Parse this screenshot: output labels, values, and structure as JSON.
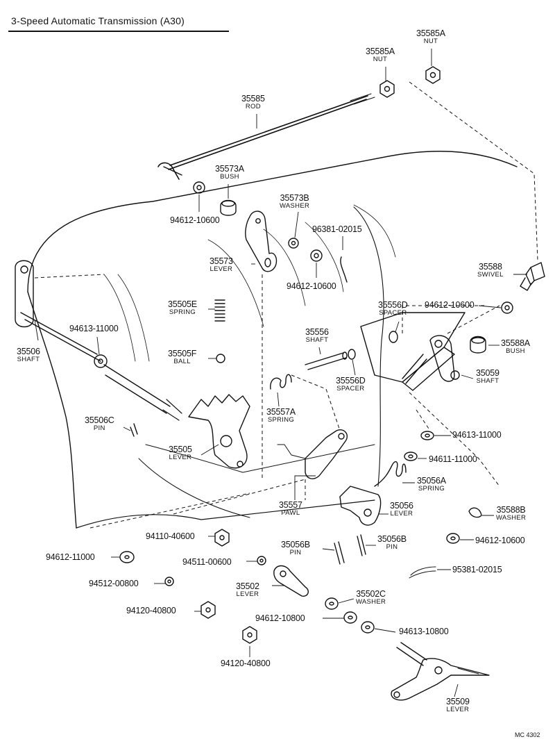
{
  "header": {
    "title": "3-Speed Automatic Transmission (A30)"
  },
  "footer": {
    "code": "MC 4302"
  },
  "parts": [
    {
      "num": "35585A",
      "name": "NUT"
    },
    {
      "num": "35585A",
      "name": "NUT"
    },
    {
      "num": "35585",
      "name": "ROD"
    },
    {
      "num": "35573A",
      "name": "BUSH"
    },
    {
      "num": "94612-10600",
      "name": ""
    },
    {
      "num": "35573B",
      "name": "WASHER"
    },
    {
      "num": "96381-02015",
      "name": ""
    },
    {
      "num": "35573",
      "name": "LEVER"
    },
    {
      "num": "94612-10600",
      "name": ""
    },
    {
      "num": "35588",
      "name": "SWIVEL"
    },
    {
      "num": "35505E",
      "name": "SPRING"
    },
    {
      "num": "35556D",
      "name": "SPACER"
    },
    {
      "num": "94612-10600",
      "name": ""
    },
    {
      "num": "94613-11000",
      "name": ""
    },
    {
      "num": "35556",
      "name": "SHAFT"
    },
    {
      "num": "35588A",
      "name": "BUSH"
    },
    {
      "num": "35506",
      "name": "SHAFT"
    },
    {
      "num": "35505F",
      "name": "BALL"
    },
    {
      "num": "35556D",
      "name": "SPACER"
    },
    {
      "num": "35059",
      "name": "SHAFT"
    },
    {
      "num": "35557A",
      "name": "SPRING"
    },
    {
      "num": "35506C",
      "name": "PIN"
    },
    {
      "num": "94613-11000",
      "name": ""
    },
    {
      "num": "35505",
      "name": "LEVER"
    },
    {
      "num": "94611-11000",
      "name": ""
    },
    {
      "num": "35056A",
      "name": "SPRING"
    },
    {
      "num": "35557",
      "name": "PAWL"
    },
    {
      "num": "35056",
      "name": "LEVER"
    },
    {
      "num": "35588B",
      "name": "WASHER"
    },
    {
      "num": "94110-40600",
      "name": ""
    },
    {
      "num": "94612-10600",
      "name": ""
    },
    {
      "num": "35056B",
      "name": "PIN"
    },
    {
      "num": "35056B",
      "name": "PIN"
    },
    {
      "num": "94612-11000",
      "name": ""
    },
    {
      "num": "94511-00600",
      "name": ""
    },
    {
      "num": "95381-02015",
      "name": ""
    },
    {
      "num": "94512-00800",
      "name": ""
    },
    {
      "num": "35502",
      "name": "LEVER"
    },
    {
      "num": "35502C",
      "name": "WASHER"
    },
    {
      "num": "94120-40800",
      "name": ""
    },
    {
      "num": "94612-10800",
      "name": ""
    },
    {
      "num": "94613-10800",
      "name": ""
    },
    {
      "num": "94120-40800",
      "name": ""
    },
    {
      "num": "35509",
      "name": "LEVER"
    }
  ]
}
